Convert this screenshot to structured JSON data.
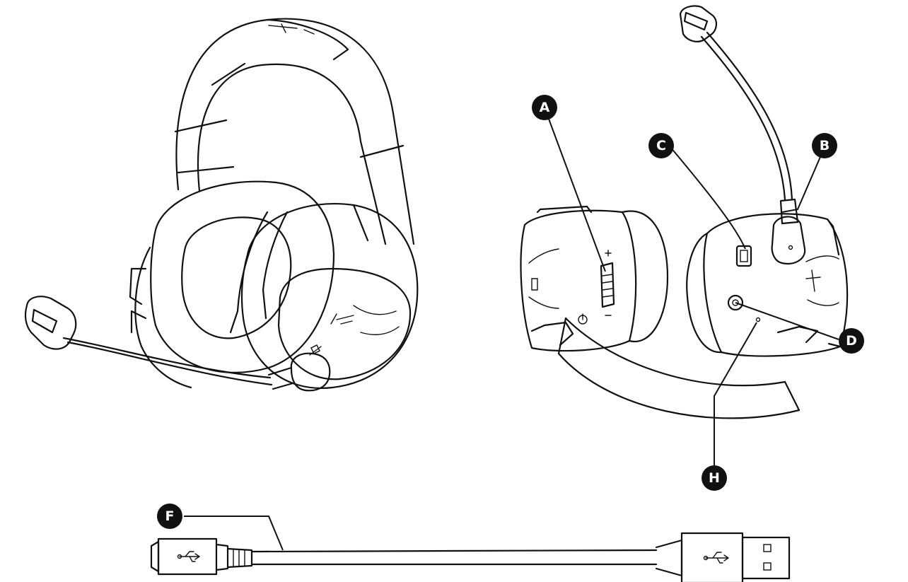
{
  "callouts": {
    "A": "A",
    "B": "B",
    "C": "C",
    "D": "D",
    "H": "H",
    "F": "F"
  },
  "colors": {
    "ink": "#111111",
    "badge_text": "#ffffff",
    "background": "#ffffff"
  },
  "icons": [
    "usb-symbol-icon",
    "mic-mute-icon",
    "power-icon",
    "volume-icon",
    "hyperx-logo-icon"
  ]
}
